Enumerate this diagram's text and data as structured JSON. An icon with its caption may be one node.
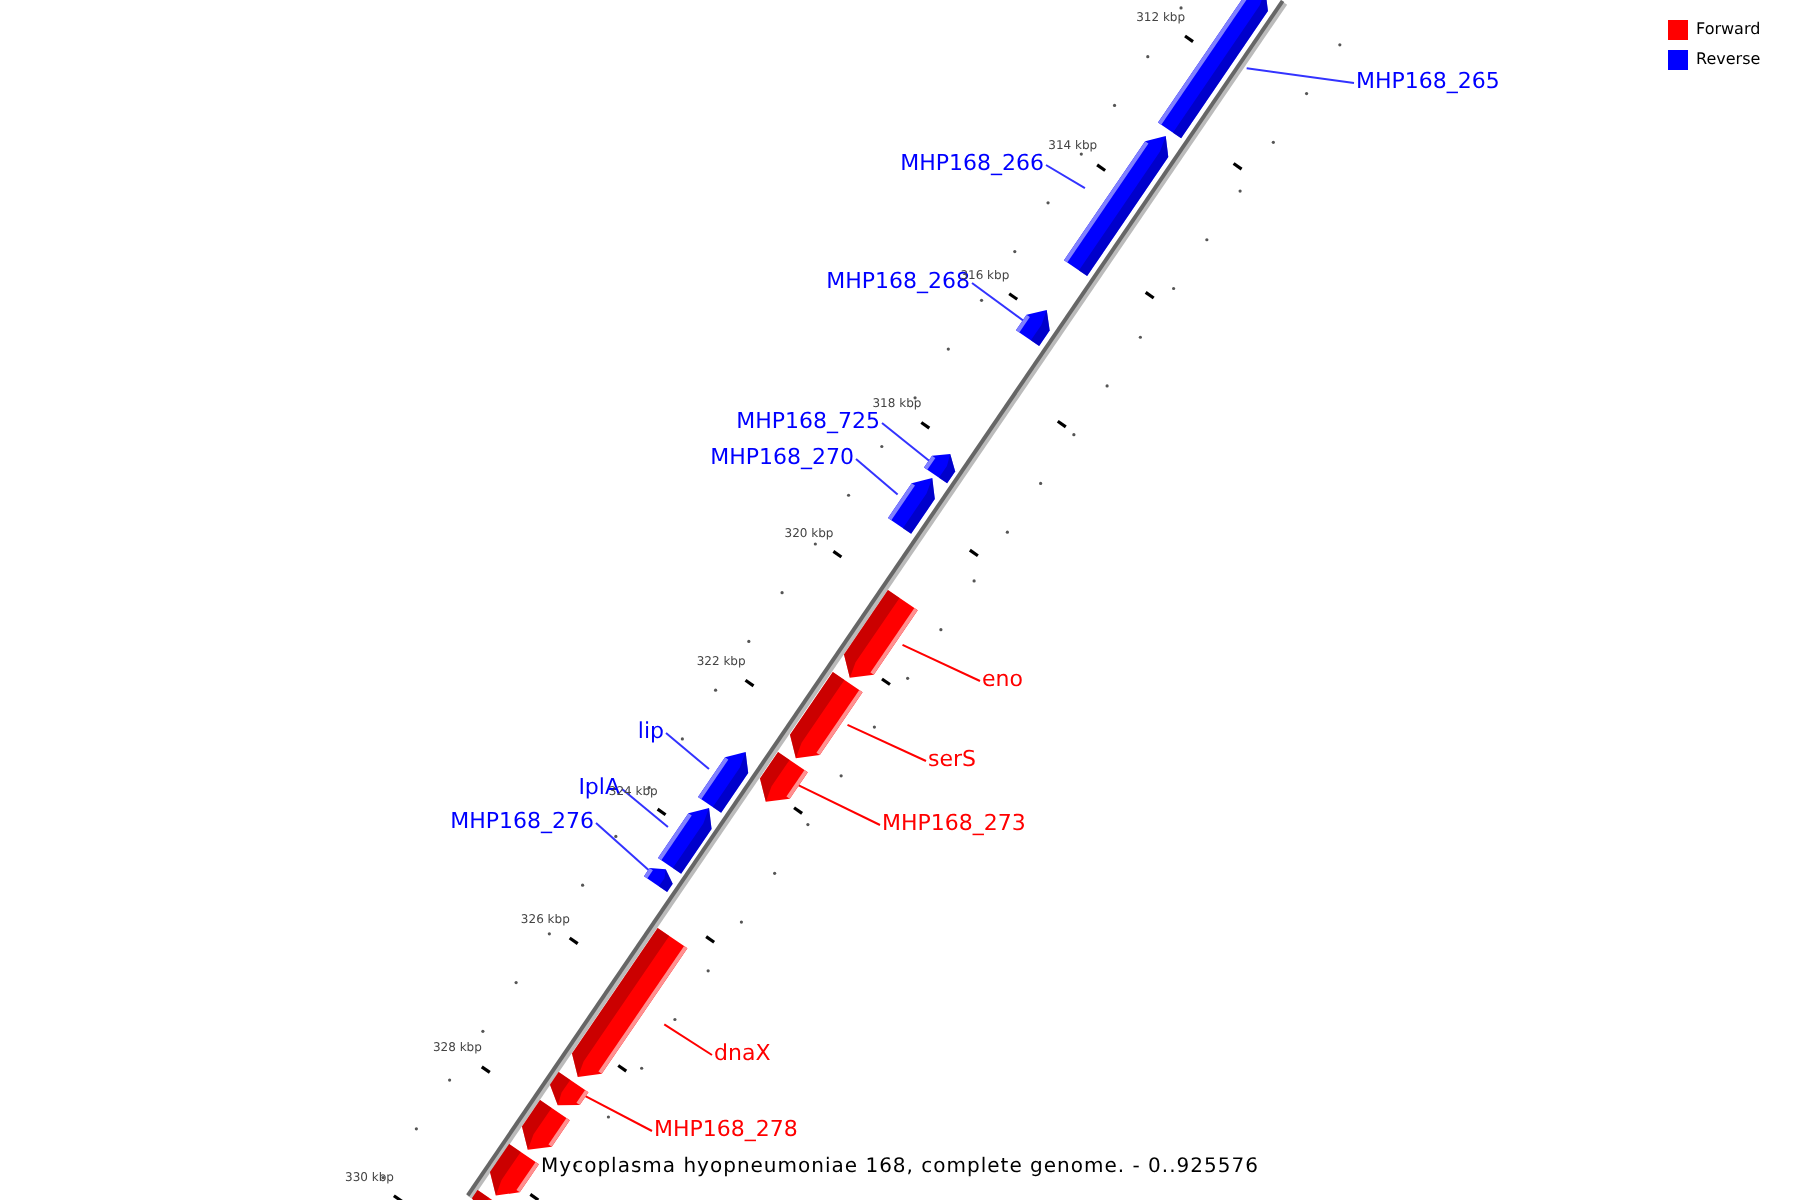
{
  "diagram": {
    "caption": "Mycoplasma hyopneumoniae 168, complete genome. - 0..925576",
    "nodes": [
      {
        "text": [
          "MHP168_265"
        ]
      },
      {
        "text": [],
        "shape": "arrow"
      },
      {
        "text": [
          "MHP168_266"
        ]
      },
      {
        "text": [],
        "shape": "arrow"
      },
      {
        "text": [
          "MHP168_268"
        ]
      },
      {
        "text": [],
        "shape": "arrow"
      },
      {
        "text": [
          "MHP168_725"
        ]
      },
      {
        "text": [],
        "shape": "arrow"
      },
      {
        "text": [
          "MHP168_270"
        ]
      },
      {
        "text": [],
        "shape": "arrow"
      },
      {
        "text": [
          "eno"
        ]
      },
      {
        "text": [],
        "shape": "arrow"
      },
      {
        "text": [
          "serS"
        ]
      },
      {
        "text": [],
        "shape": "arrow"
      },
      {
        "text": [
          "lip"
        ]
      },
      {
        "text": [],
        "shape": "arrow"
      },
      {
        "text": [
          "MHP168_273"
        ]
      },
      {
        "text": [],
        "shape": "arrow"
      },
      {
        "text": [
          "IplA"
        ]
      },
      {
        "text": [],
        "shape": "arrow"
      },
      {
        "text": [
          "MHP168_276"
        ]
      },
      {
        "text": [],
        "shape": "arrow"
      },
      {
        "text": [
          "dnaX"
        ]
      },
      {
        "text": [],
        "shape": "arrow"
      },
      {
        "text": [
          "MHP168_278"
        ]
      },
      {
        "text": [],
        "shape": "arrow"
      },
      {
        "text": [],
        "shape": "arrow"
      },
      {
        "text": [],
        "shape": "arrow"
      },
      {
        "text": [],
        "shape": "arrow"
      }
    ],
    "edges": [
      {
        "from": 0,
        "to": 1,
        "arrow": "none"
      },
      {
        "from": 2,
        "to": 3,
        "arrow": "none"
      },
      {
        "from": 4,
        "to": 5,
        "arrow": "none"
      },
      {
        "from": 6,
        "to": 7,
        "arrow": "none"
      },
      {
        "from": 8,
        "to": 9,
        "arrow": "none"
      },
      {
        "from": 10,
        "to": 11,
        "arrow": "none",
        "color": "#ff0000"
      },
      {
        "from": 12,
        "to": 13,
        "arrow": "none",
        "color": "#ff0000"
      },
      {
        "from": 14,
        "to": 15,
        "arrow": "none"
      },
      {
        "from": 16,
        "to": 17,
        "arrow": "none",
        "color": "#ff0000"
      },
      {
        "from": 18,
        "to": 19,
        "arrow": "none"
      },
      {
        "from": 20,
        "to": 21,
        "arrow": "none"
      },
      {
        "from": 22,
        "to": 23,
        "arrow": "none",
        "color": "#ff0000"
      },
      {
        "from": 24,
        "to": 25,
        "arrow": "none",
        "color": "#ff0000"
      }
    ],
    "labels": [
      "312 kbp",
      "314 kbp",
      "316 kbp",
      "318 kbp",
      "320 kbp",
      "322 kbp",
      "324 kbp",
      "326 kbp",
      "328 kbp",
      "330 kbp"
    ],
    "legend": [
      {
        "text": "Forward",
        "color": "#ff0000"
      },
      {
        "text": "Reverse",
        "color": "#0000ff"
      }
    ]
  }
}
